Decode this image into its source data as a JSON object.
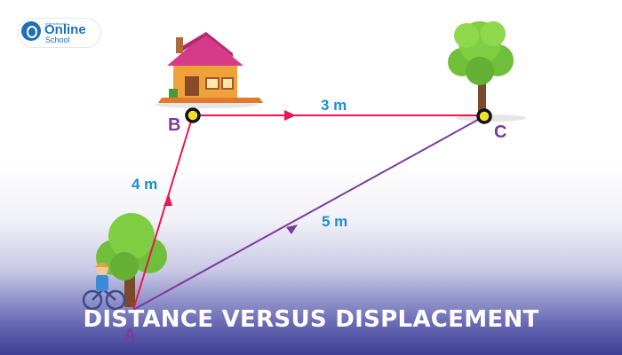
{
  "logo": {
    "brand_small": "International",
    "brand_main": "Online",
    "brand_sub": "School"
  },
  "diagram": {
    "points": {
      "a": "A",
      "b": "B",
      "c": "C"
    },
    "distances": {
      "ab": "4 m",
      "bc": "3 m",
      "ac": "5 m"
    }
  },
  "title": "DISTANCE VERSUS DISPLACEMENT",
  "colors": {
    "distance_path": "#e8174f",
    "displacement_path": "#7b3a9e",
    "point_label": "#7b3a9e",
    "distance_label": "#1a8fd6",
    "banner_bg": "#3d3e95"
  }
}
